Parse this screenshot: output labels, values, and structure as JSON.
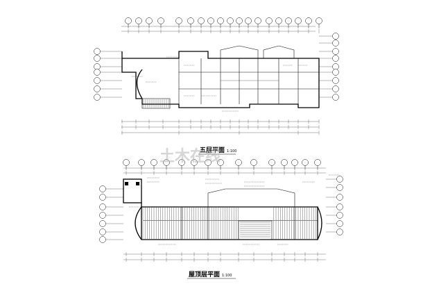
{
  "plans": [
    {
      "title": "五层平面",
      "scale": "1:100"
    },
    {
      "title": "屋顶层平面",
      "scale": "1:100"
    }
  ],
  "watermark": "土木在线",
  "colors": {
    "ink": "#000000",
    "paper": "#ffffff",
    "watermark": "#b5b5b5"
  }
}
